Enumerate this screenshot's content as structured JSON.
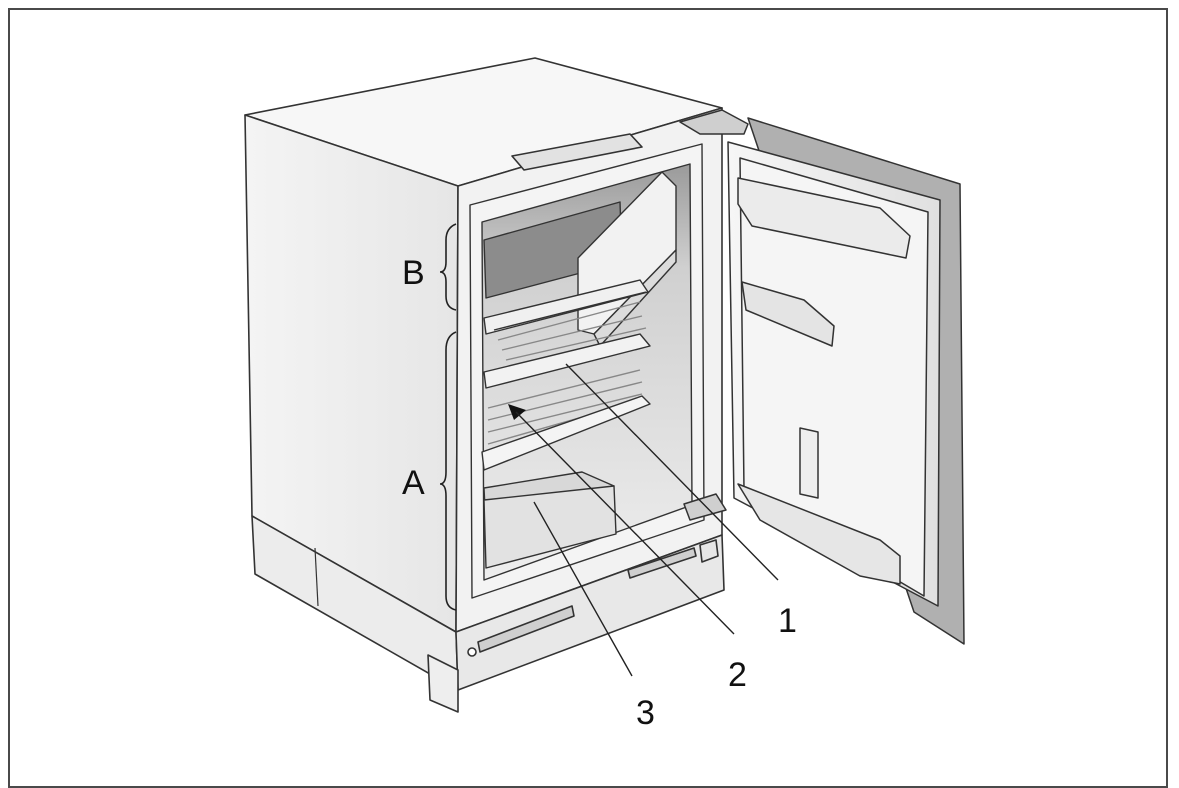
{
  "diagram": {
    "zone_labels": {
      "B": "B",
      "A": "A"
    },
    "callouts": {
      "one": "1",
      "two": "2",
      "three": "3"
    }
  }
}
